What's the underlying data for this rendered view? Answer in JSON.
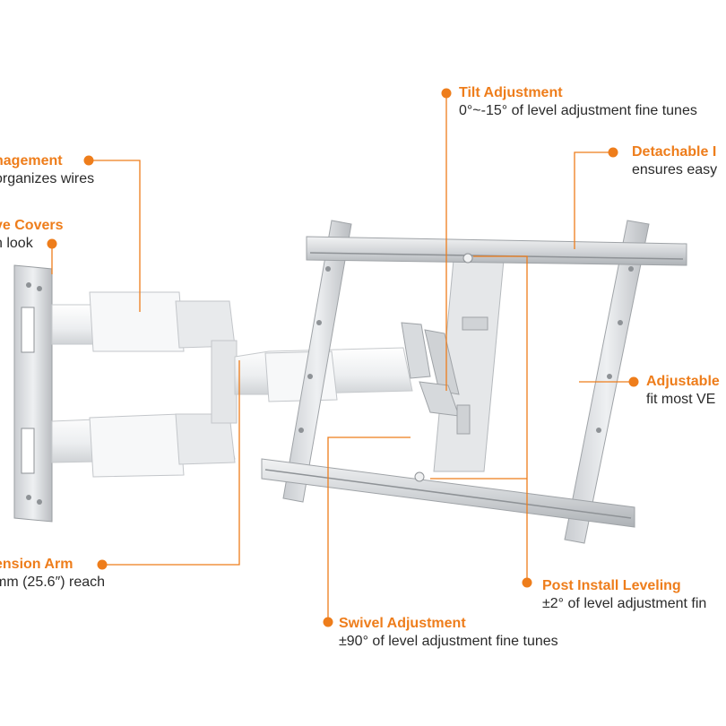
{
  "accent_color": "#ee7d1b",
  "callouts": [
    {
      "id": "cable-management",
      "title": "nagement",
      "desc": "organizes wires"
    },
    {
      "id": "arm-covers",
      "title": "ve Covers",
      "desc": "n look"
    },
    {
      "id": "tilt-adjustment",
      "title": "Tilt Adjustment",
      "desc": "0°~-15° of level adjustment fine tunes"
    },
    {
      "id": "detachable",
      "title": "Detachable I",
      "desc": "ensures easy"
    },
    {
      "id": "adjustable",
      "title": "Adjustable",
      "desc": "fit most VE"
    },
    {
      "id": "extension-arm",
      "title": "ension Arm",
      "desc": "mm (25.6″) reach"
    },
    {
      "id": "post-install-leveling",
      "title": "Post Install Leveling",
      "desc": "±2° of level adjustment fin"
    },
    {
      "id": "swivel-adjustment",
      "title": "Swivel Adjustment",
      "desc": "±90° of level adjustment fine tunes"
    }
  ]
}
